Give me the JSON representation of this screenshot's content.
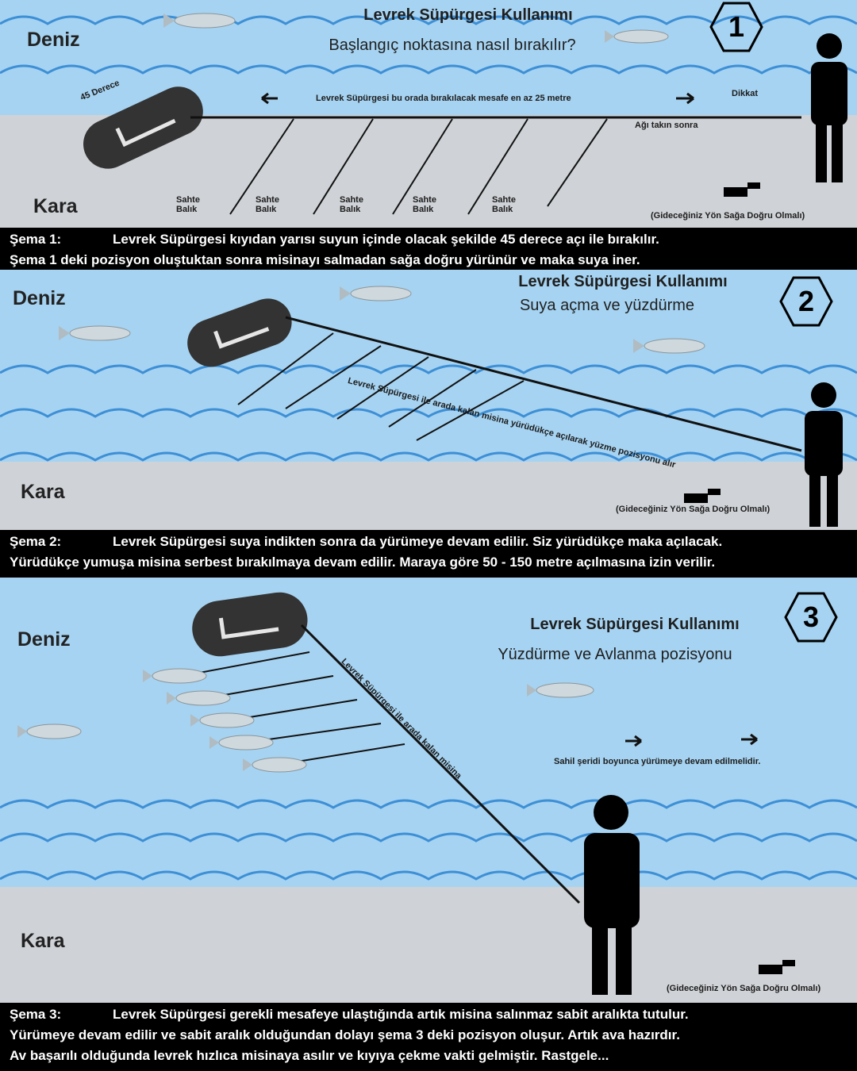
{
  "panels": [
    {
      "number": "1",
      "title": "Levrek Süpürgesi Kullanımı",
      "subtitle": "Başlangıç noktasına nasıl bırakılır?",
      "sea_label": "Deniz",
      "land_label": "Kara",
      "angle_label": "45 Derece",
      "length_label": "Levrek Süpürgesi bu orada bırakılacak mesafe en az 25 metre",
      "person_label": "Dikkat",
      "shore_label": "Ağı takın sonra",
      "hook_labels": [
        "Sahte Balık",
        "Sahte Balık",
        "Sahte Balık",
        "Sahte Balık",
        "Sahte Balık"
      ],
      "direction_label": "(Gideceğiniz Yön Sağa Doğru Olmalı)",
      "caption_label": "Şema 1:",
      "caption_line1": "Levrek Süpürgesi kıyıdan yarısı suyun içinde olacak şekilde 45 derece açı ile bırakılır.",
      "caption_line2": "Şema 1 deki pozisyon oluştuktan sonra misinayı salmadan sağa doğru yürünür ve maka suya iner."
    },
    {
      "number": "2",
      "title": "Levrek Süpürgesi Kullanımı",
      "subtitle": "Suya açma ve yüzdürme",
      "sea_label": "Deniz",
      "land_label": "Kara",
      "line_label": "Levrek Süpürgesi ile arada kalan misina yürüdükçe açılarak yüzme pozisyonu alır",
      "direction_label": "(Gideceğiniz Yön Sağa Doğru Olmalı)",
      "caption_label": "Şema 2:",
      "caption_line1": "Levrek Süpürgesi suya indikten sonra da yürümeye devam edilir. Siz yürüdükçe maka açılacak.",
      "caption_line2": "Yürüdükçe yumuşa misina serbest bırakılmaya devam edilir. Maraya göre 50 - 150 metre açılmasına izin verilir."
    },
    {
      "number": "3",
      "title": "Levrek Süpürgesi Kullanımı",
      "subtitle": "Yüzdürme ve Avlanma pozisyonu",
      "sea_label": "Deniz",
      "land_label": "Kara",
      "line_label": "Levrek Süpürgesi ile arada kalan misina",
      "arrow_label": "Sahil şeridi boyunca yürümeye devam edilmelidir.",
      "direction_label": "(Gideceğiniz Yön Sağa Doğru Olmalı)",
      "caption_label": "Şema 3:",
      "caption_line1": "Levrek Süpürgesi gerekli mesafeye ulaştığında artık misina salınmaz sabit aralıkta tutulur.",
      "caption_line2": "Yürümeye devam edilir ve sabit aralık olduğundan dolayı şema 3 deki pozisyon oluşur. Artık ava hazırdır.",
      "caption_line3": "Av başarılı olduğunda levrek hızlıca misinaya asılır ve kıyıya çekme vakti gelmiştir. Rastgele..."
    }
  ]
}
